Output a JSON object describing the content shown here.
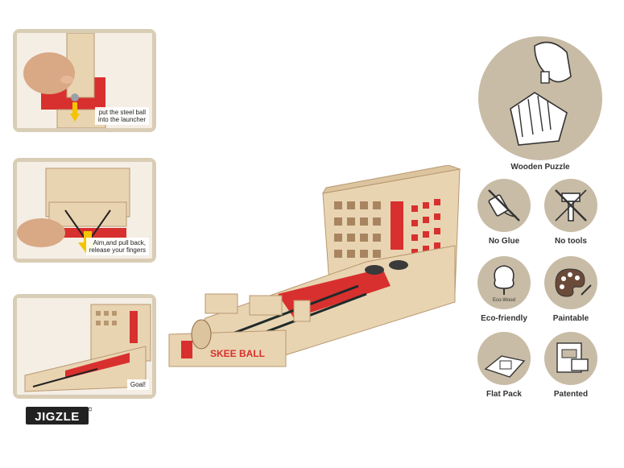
{
  "steps": [
    {
      "caption_line1": "put the steel ball",
      "caption_line2": "into the launcher"
    },
    {
      "caption_line1": "Aim,and pull back,",
      "caption_line2": "release your fingers"
    },
    {
      "caption_line1": "Goal!",
      "caption_line2": ""
    }
  ],
  "brand": {
    "name": "JIGZLE"
  },
  "product_label": "SKEE BALL",
  "features": {
    "wooden_puzzle": "Wooden Puzzle",
    "no_glue": "No Glue",
    "no_tools": "No tools",
    "eco_friendly": "Eco-friendly",
    "eco_badge": "Eco-Wood",
    "paintable": "Paintable",
    "flat_pack": "Flat Pack",
    "patented": "Patented"
  },
  "colors": {
    "circle": "#c8bca6",
    "wood": "#e9d4b2",
    "red": "#d8302e",
    "frame": "#d9cdb5"
  }
}
